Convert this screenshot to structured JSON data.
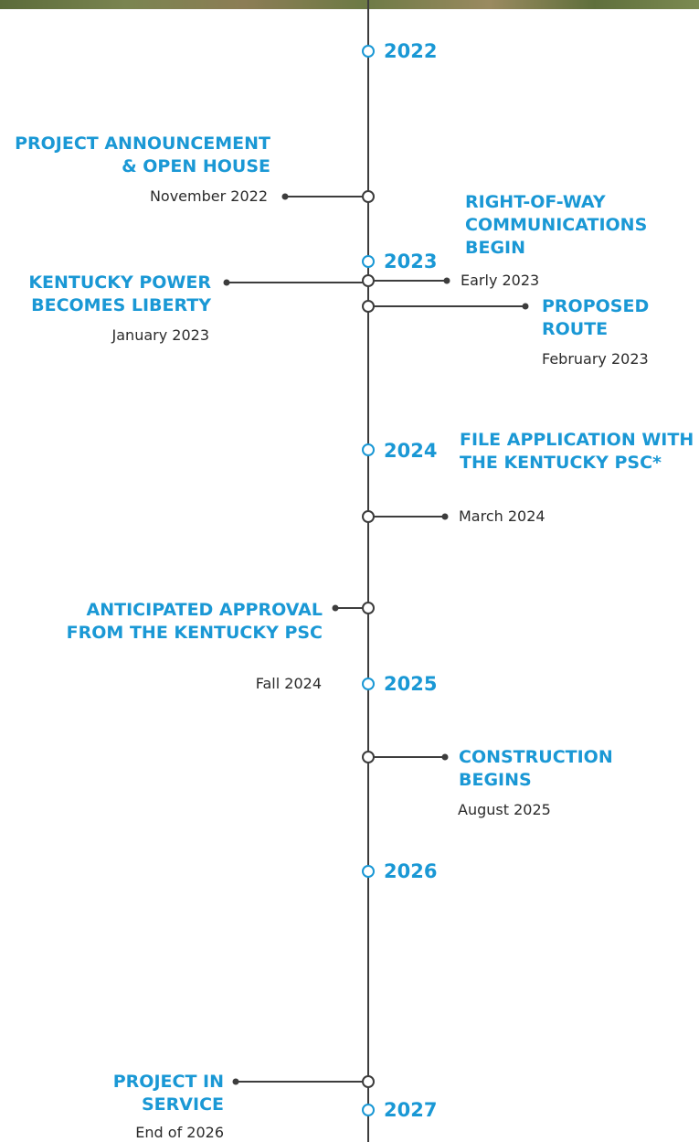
{
  "colors": {
    "accent": "#1a98d5",
    "line": "#3d3d3d",
    "text": "#2b2b2b"
  },
  "years": [
    "2022",
    "2023",
    "2024",
    "2025",
    "2026",
    "2027"
  ],
  "events": [
    {
      "title": "PROJECT ANNOUNCEMENT & OPEN HOUSE",
      "date": "November 2022"
    },
    {
      "title": "RIGHT-OF-WAY COMMUNICATIONS BEGIN",
      "date": "Early 2023"
    },
    {
      "title": "KENTUCKY POWER BECOMES LIBERTY",
      "date": "January 2023"
    },
    {
      "title": "PROPOSED ROUTE",
      "date": "February 2023"
    },
    {
      "title": "FILE APPLICATION WITH THE KENTUCKY PSC*",
      "date": "March 2024"
    },
    {
      "title": "ANTICIPATED APPROVAL FROM THE KENTUCKY PSC",
      "date": "Fall 2024"
    },
    {
      "title": "CONSTRUCTION BEGINS",
      "date": "August 2025"
    },
    {
      "title": "PROJECT IN SERVICE",
      "date": "End of 2026"
    }
  ]
}
